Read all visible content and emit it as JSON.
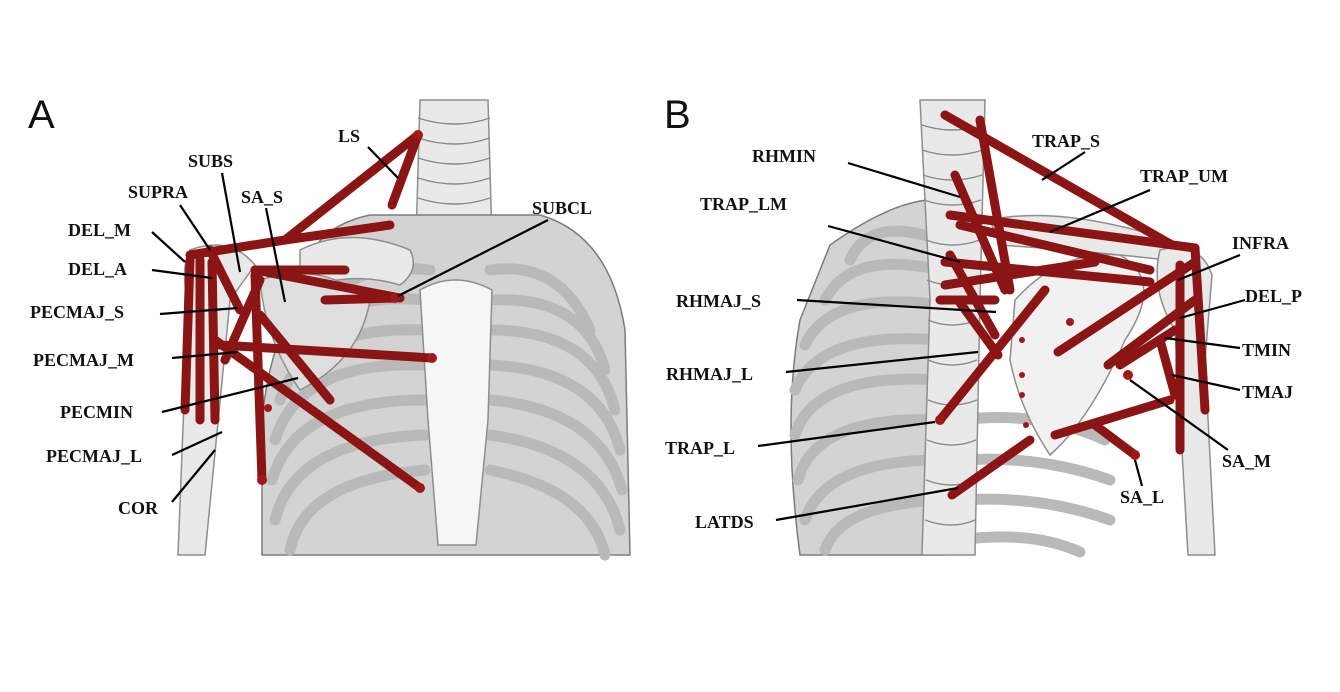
{
  "panels": [
    {
      "letter": "A",
      "labels": {
        "ls": "LS",
        "subs": "SUBS",
        "supra": "SUPRA",
        "sa_s": "SA_S",
        "subcl": "SUBCL",
        "del_m": "DEL_M",
        "del_a": "DEL_A",
        "pecmaj_s": "PECMAJ_S",
        "pecmaj_m": "PECMAJ_M",
        "pecmin": "PECMIN",
        "pecmaj_l": "PECMAJ_L",
        "cor": "COR"
      }
    },
    {
      "letter": "B",
      "labels": {
        "rhmin": "RHMIN",
        "trap_s": "TRAP_S",
        "trap_um": "TRAP_UM",
        "trap_lm": "TRAP_LM",
        "infra": "INFRA",
        "rhmaj_s": "RHMAJ_S",
        "del_p": "DEL_P",
        "tmin": "TMIN",
        "rhmaj_l": "RHMAJ_L",
        "tmaj": "TMAJ",
        "trap_l": "TRAP_L",
        "sa_m": "SA_M",
        "sa_l": "SA_L",
        "latds": "LATDS"
      }
    }
  ],
  "colors": {
    "muscle": "#8b1515",
    "bone": "#e9e9e9",
    "text": "#111111"
  }
}
